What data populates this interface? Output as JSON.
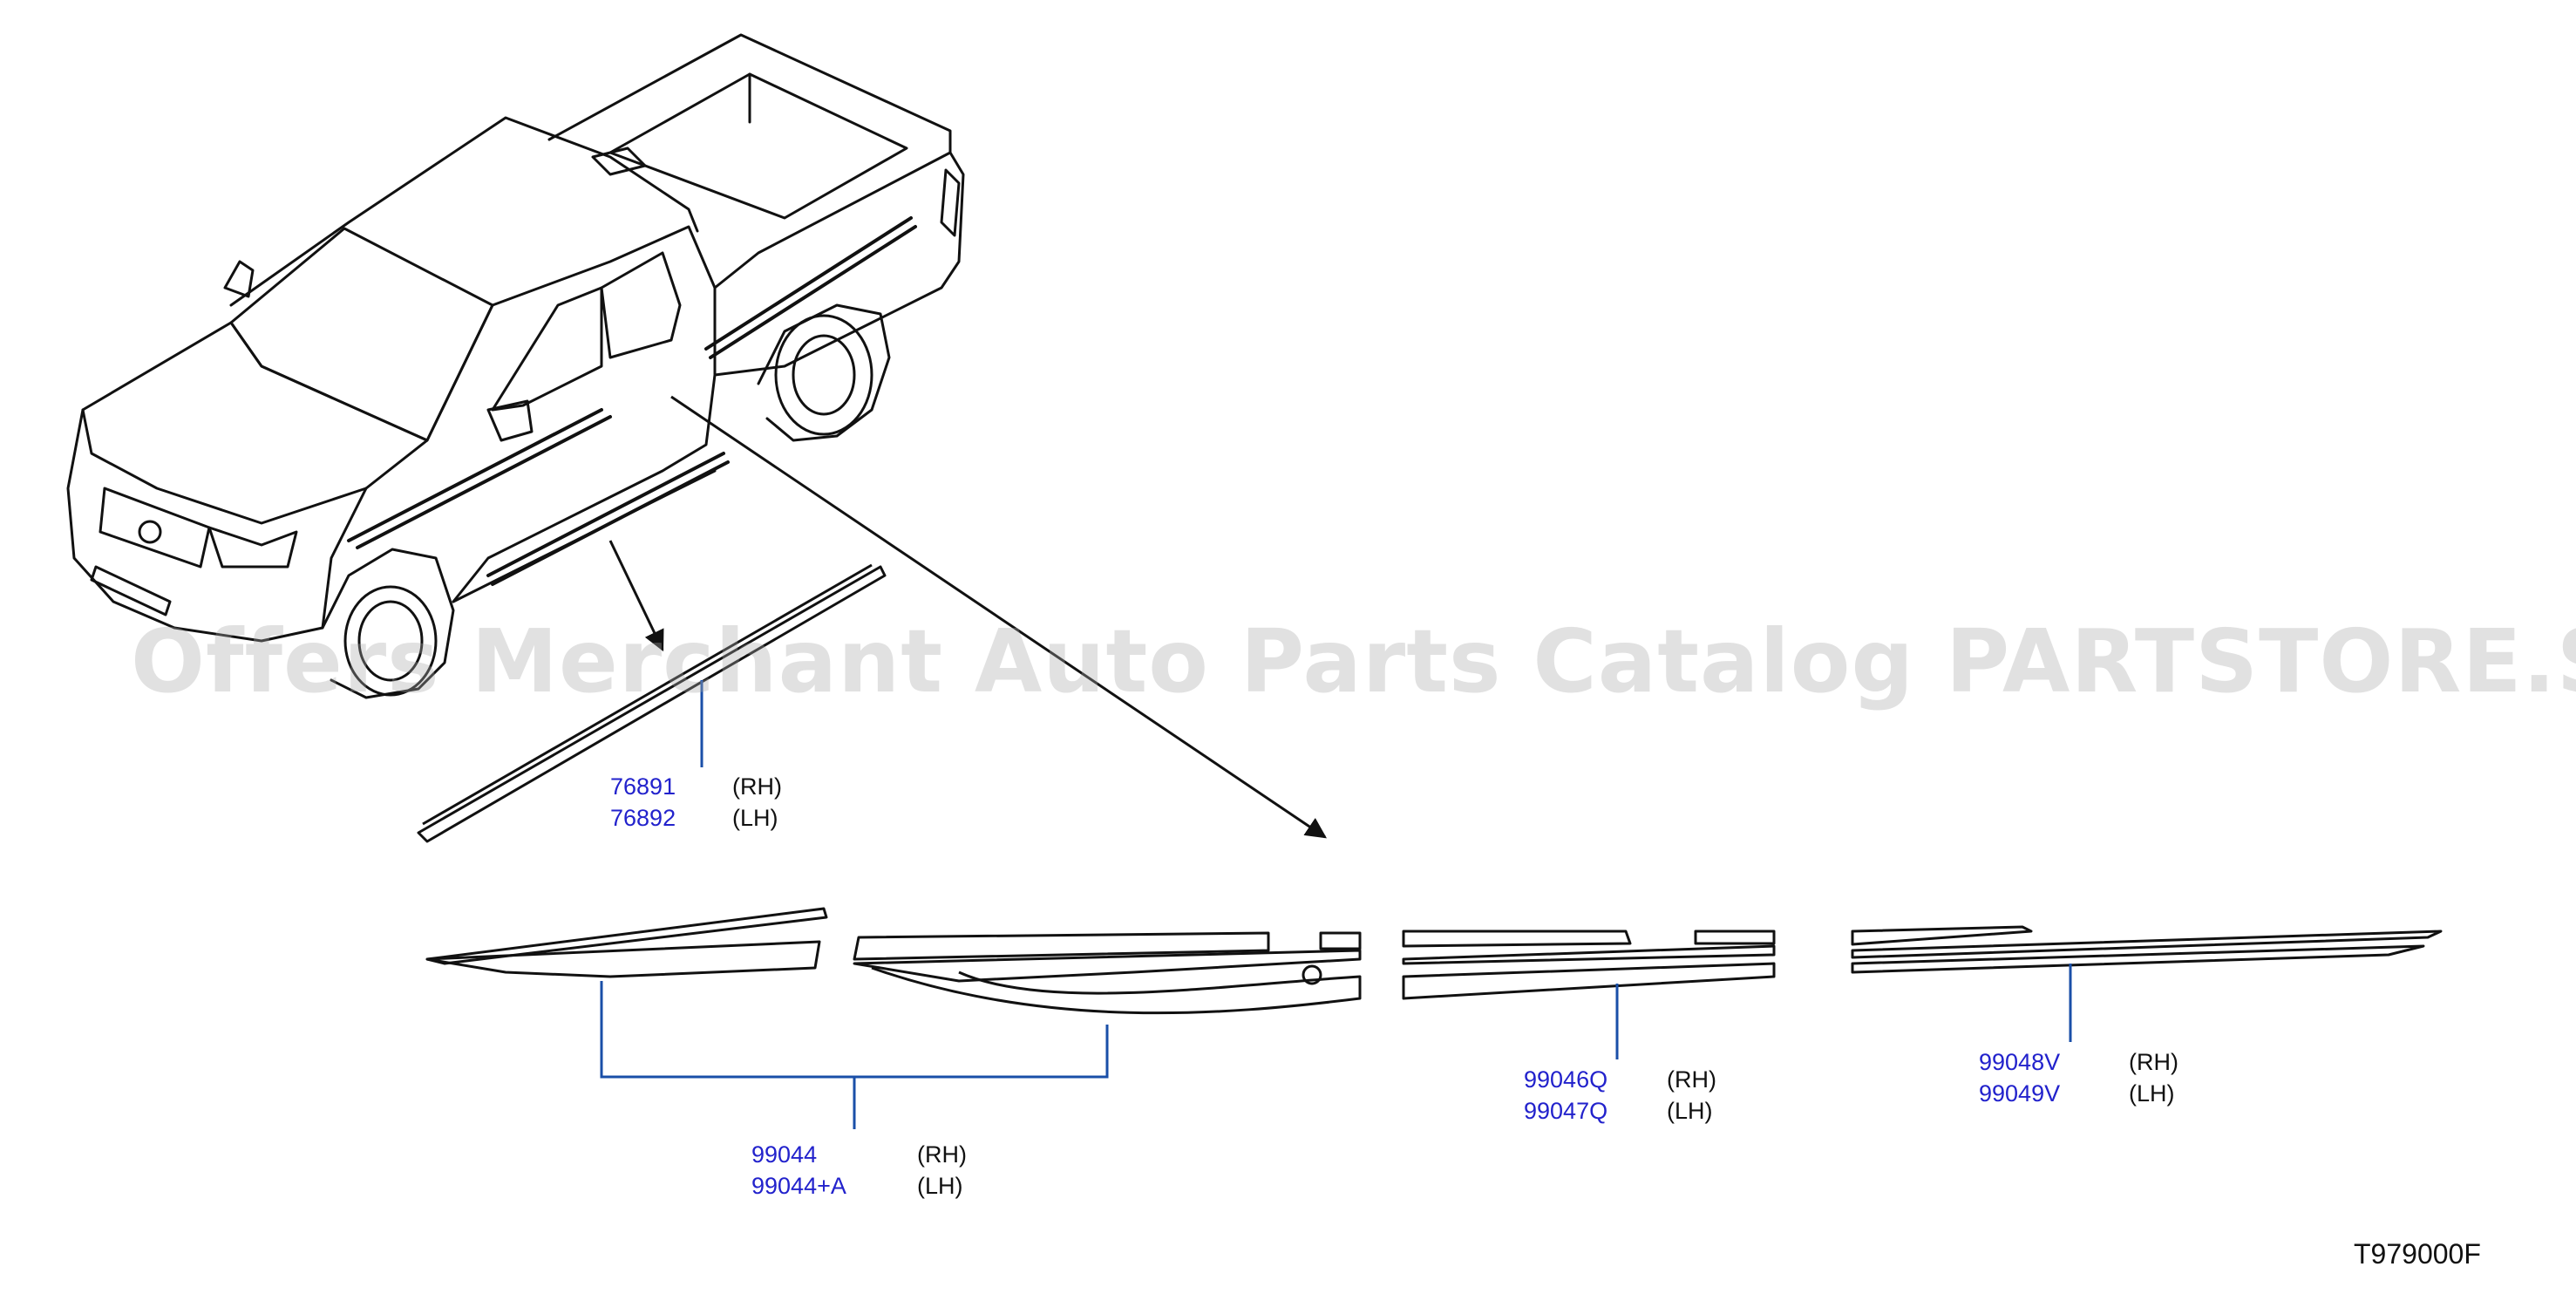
{
  "watermark": "Offers Merchant Auto Parts Catalog PARTSTORE.SA",
  "diagram_code": "T979000F",
  "colors": {
    "part_number": "#2222cc",
    "leader_line": "#1a4fa8",
    "outline": "#111111"
  },
  "callouts": [
    {
      "part_rh": "76891",
      "side_rh": "(RH)",
      "part_lh": "76892",
      "side_lh": "(LH)"
    },
    {
      "part_rh": "99044",
      "side_rh": "(RH)",
      "part_lh": "99044+A",
      "side_lh": "(LH)"
    },
    {
      "part_rh": "99046Q",
      "side_rh": "(RH)",
      "part_lh": "99047Q",
      "side_lh": "(LH)"
    },
    {
      "part_rh": "99048V",
      "side_rh": "(RH)",
      "part_lh": "99049V",
      "side_lh": "(LH)"
    }
  ]
}
